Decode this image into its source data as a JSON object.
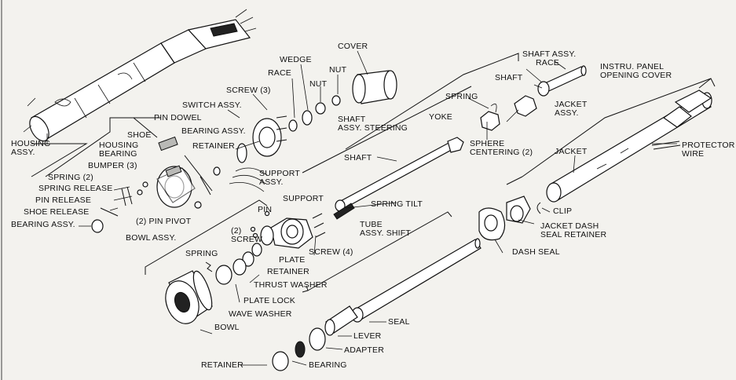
{
  "labels": {
    "housing_assy": "HOUSING\nASSY.",
    "pin_dowel": "PIN DOWEL",
    "shoe": "SHOE",
    "housing_bearing": "HOUSING\nBEARING",
    "bumper": "BUMPER (3)",
    "spring_2": "SPRING (2)",
    "spring_release": "SPRING RELEASE",
    "pin_release": "PIN RELEASE",
    "shoe_release": "SHOE RELEASE",
    "bearing_assy_left": "BEARING ASSY.",
    "pin_pivot": "(2) PIN PIVOT",
    "bowl_assy": "BOWL ASSY.",
    "screw_3": "SCREW (3)",
    "race_top": "RACE",
    "wedge": "WEDGE",
    "cover": "COVER",
    "nut_1": "NUT",
    "nut_2": "NUT",
    "switch_assy": "SWITCH ASSY.",
    "bearing_assy_mid": "BEARING ASSY.",
    "retainer_top": "RETAINER",
    "support_assy": "SUPPORT\nASSY.",
    "shaft_assy_steering": "SHAFT\nASSY. STEERING",
    "shaft_assy": "SHAFT ASSY.",
    "race_right": "RACE",
    "shaft_top": "SHAFT",
    "instru_panel": "INSTRU. PANEL\nOPENING COVER",
    "spring_top": "SPRING",
    "yoke": "YOKE",
    "sphere_centering": "SPHERE\nCENTERING (2)",
    "jacket_assy": "JACKET\nASSY.",
    "jacket": "JACKET",
    "protector_wire": "PROTECTOR\nWIRE",
    "shaft_mid": "SHAFT",
    "pin": "PIN",
    "support": "SUPPORT",
    "spring_tilt": "SPRING TILT",
    "screw_2": "(2)\nSCREW",
    "tube_assy_shift": "TUBE\nASSY. SHIFT",
    "screw_4": "SCREW (4)",
    "plate": "PLATE",
    "retainer_mid": "RETAINER",
    "spring_bowl": "SPRING",
    "thrust_washer": "THRUST WASHER",
    "plate_lock": "PLATE LOCK",
    "wave_washer": "WAVE WASHER",
    "bowl": "BOWL",
    "clip": "CLIP",
    "jacket_dash": "JACKET DASH\nSEAL RETAINER",
    "dash_seal": "DASH SEAL",
    "seal": "SEAL",
    "lever": "LEVER",
    "adapter": "ADAPTER",
    "retainer_bottom": "RETAINER",
    "bearing_bottom": "BEARING"
  }
}
